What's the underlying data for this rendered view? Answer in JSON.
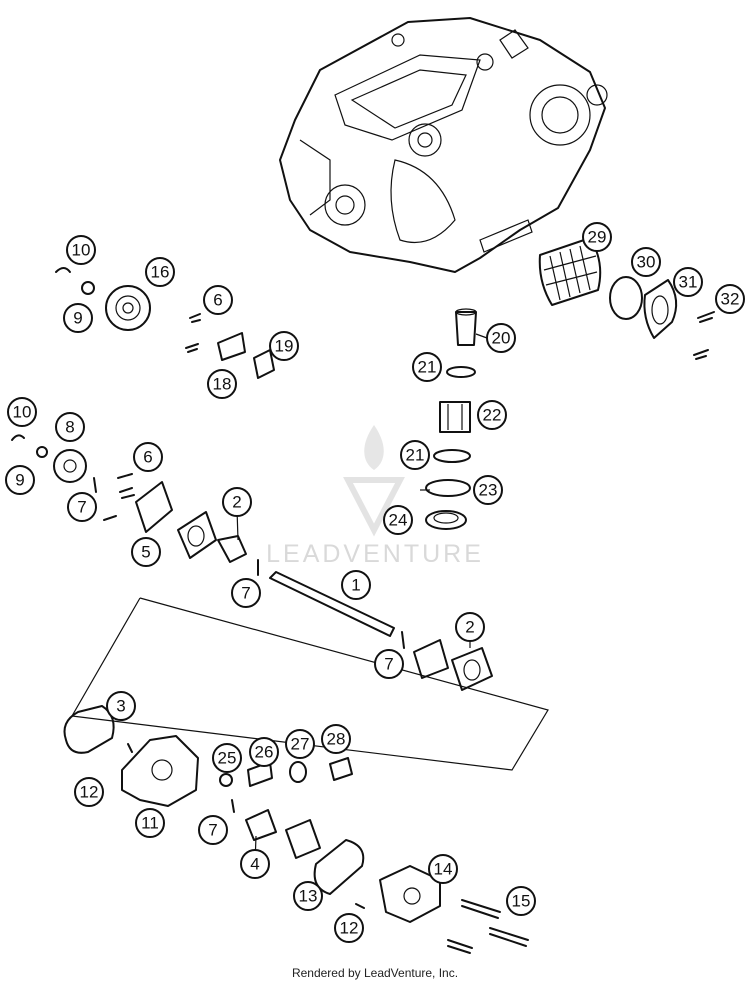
{
  "callouts": [
    {
      "label": "1"
    },
    {
      "label": "2"
    },
    {
      "label": "2"
    },
    {
      "label": "3"
    },
    {
      "label": "4"
    },
    {
      "label": "5"
    },
    {
      "label": "6"
    },
    {
      "label": "6"
    },
    {
      "label": "7"
    },
    {
      "label": "7"
    },
    {
      "label": "7"
    },
    {
      "label": "7"
    },
    {
      "label": "8"
    },
    {
      "label": "9"
    },
    {
      "label": "9"
    },
    {
      "label": "10"
    },
    {
      "label": "10"
    },
    {
      "label": "11"
    },
    {
      "label": "12"
    },
    {
      "label": "12"
    },
    {
      "label": "13"
    },
    {
      "label": "14"
    },
    {
      "label": "15"
    },
    {
      "label": "16"
    },
    {
      "label": "18"
    },
    {
      "label": "19"
    },
    {
      "label": "20"
    },
    {
      "label": "21"
    },
    {
      "label": "21"
    },
    {
      "label": "22"
    },
    {
      "label": "23"
    },
    {
      "label": "24"
    },
    {
      "label": "25"
    },
    {
      "label": "26"
    },
    {
      "label": "27"
    },
    {
      "label": "28"
    },
    {
      "label": "29"
    },
    {
      "label": "30"
    },
    {
      "label": "31"
    },
    {
      "label": "32"
    }
  ],
  "watermark": "LEADVENTURE",
  "footer": "Rendered by LeadVenture, Inc."
}
